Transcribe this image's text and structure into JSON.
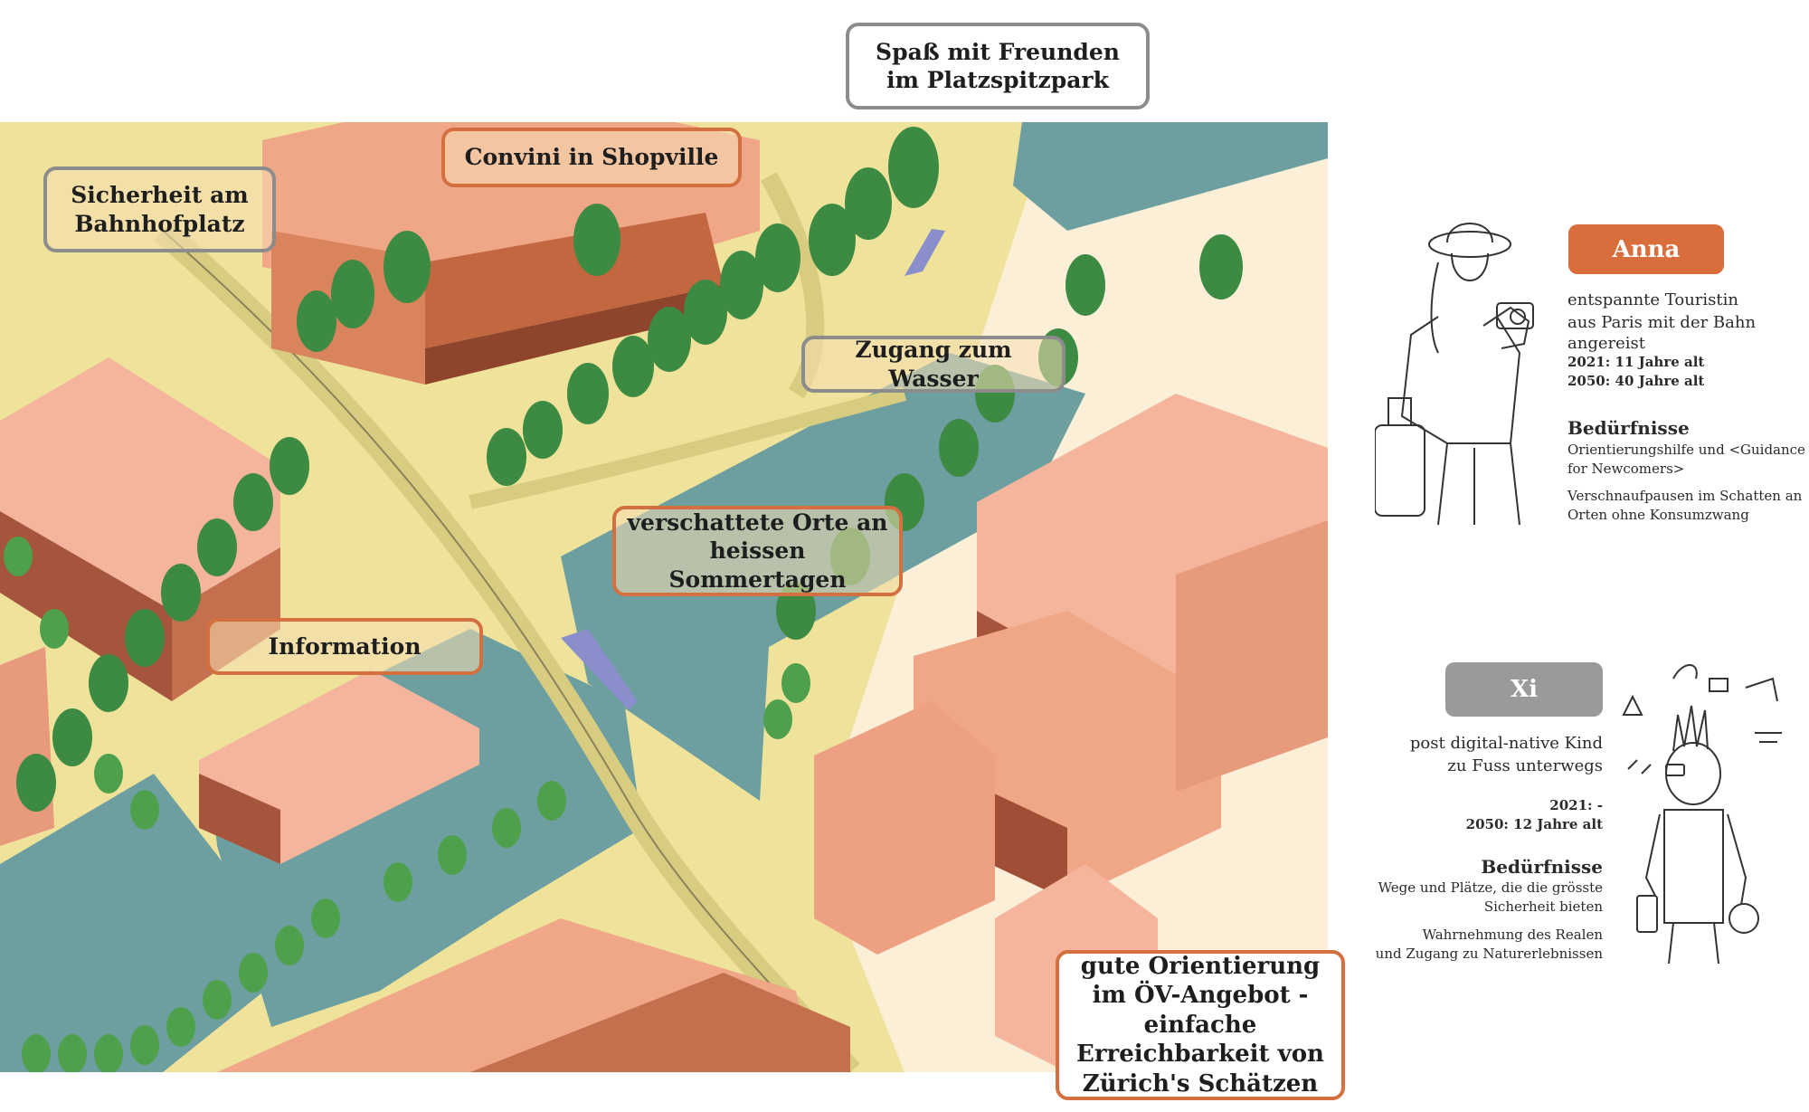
{
  "labels": {
    "platzspitz": "Spaß mit Freunden im Platzspitzpark",
    "shopville": "Convini in Shopville",
    "bahnhofplatz": "Sicherheit am Bahnhofplatz",
    "wasser": "Zugang zum Wasser",
    "schatten": "verschattete Orte an heissen Sommertagen",
    "information": "Information",
    "orientierung": "gute Orientierung im ÖV-Angebot - einfache Erreichbarkeit von Zürich's Schätzen"
  },
  "personas": {
    "anna": {
      "name": "Anna",
      "color": "#d96d3c",
      "description_1": "entspannte Touristin",
      "description_2": "aus Paris mit der Bahn angereist",
      "age_2021": "2021: 11 Jahre alt",
      "age_2050": "2050: 40 Jahre alt",
      "needs_heading": "Bedürfnisse",
      "need_1a": "Orientierungshilfe und <Guidance",
      "need_1b": "for Newcomers>",
      "need_2a": "Verschnaufpausen im Schatten an",
      "need_2b": "Orten ohne Konsumzwang"
    },
    "xi": {
      "name": "Xi",
      "color": "#9a9a9a",
      "description_1": "post digital-native Kind",
      "description_2": "zu Fuss unterwegs",
      "age_2021": "2021: -",
      "age_2050": "2050: 12 Jahre alt",
      "needs_heading": "Bedürfnisse",
      "need_1a": "Wege und Plätze, die die grösste",
      "need_1b": "Sicherheit bieten",
      "need_2a": "Wahrnehmung des Realen",
      "need_2b": "und Zugang zu Naturerlebnissen"
    }
  },
  "colors": {
    "water": "#6d9fa0",
    "ground": "#efe29b",
    "building_light": "#f4b59c",
    "building_dark": "#a4553c",
    "tree": "#3d8a43",
    "tram": "#8a8fcc"
  }
}
